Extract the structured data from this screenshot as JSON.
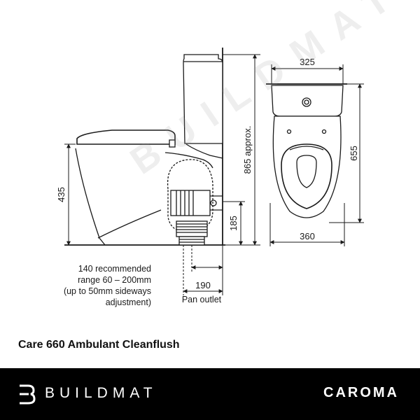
{
  "title": "Care 660 Ambulant Cleanflush",
  "dimensions": {
    "seat_height": "435",
    "total_height": "865 approx.",
    "outlet_height": "185",
    "cistern_width": "325",
    "pan_length": "655",
    "pan_width": "360",
    "pan_outlet": "190"
  },
  "labels": {
    "pan_outlet": "Pan outlet"
  },
  "note_lines": [
    "140 recommended",
    "range 60 – 200mm",
    "(up to 50mm sideways",
    "adjustment)"
  ],
  "watermark": "BUILDMAT",
  "footer": {
    "brand_left": "BUILDMAT",
    "brand_right": "CAROMA"
  }
}
